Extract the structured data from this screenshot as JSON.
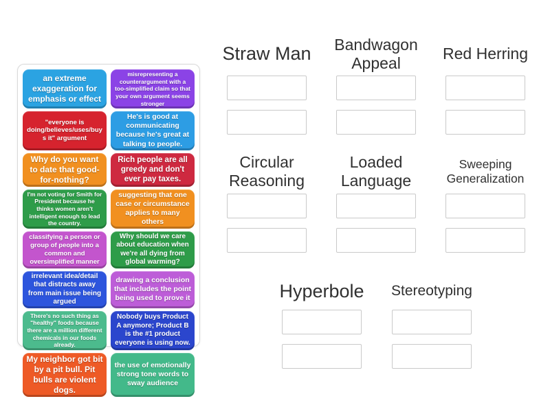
{
  "card_panel": {
    "cards": [
      {
        "text": "an extreme exaggeration for emphasis or effect",
        "color": "#2ba3e2"
      },
      {
        "text": "misrepresenting a counterargument with a too-simplified claim so that your own argument seems stronger",
        "color": "#8b43e6"
      },
      {
        "text": "\"everyone is doing/believes/uses/buys it\" argument",
        "color": "#d6232e"
      },
      {
        "text": "He's is good at communicating because he's great at talking to people.",
        "color": "#2d9de4"
      },
      {
        "text": "Why do you want to date that good-for-nothing?",
        "color": "#f19020"
      },
      {
        "text": "Rich people are all greedy and don't ever pay taxes.",
        "color": "#ce2940"
      },
      {
        "text": "I'm not voting for Smith for President because he thinks women aren't intelligent enough to lead the country.",
        "color": "#2e9c49"
      },
      {
        "text": "suggesting that one case or circumstance applies to many others",
        "color": "#f19020"
      },
      {
        "text": "classifying a person or group of people into a common and oversimplified manner",
        "color": "#c355cd"
      },
      {
        "text": "Why should we care about education when we're all dying from global warming?",
        "color": "#2e9c49"
      },
      {
        "text": "irrelevant idea/detail that distracts away from main issue being argued",
        "color": "#2d55dd"
      },
      {
        "text": "drawing a conclusion that includes the point being used to prove it",
        "color": "#bd5dd8"
      },
      {
        "text": "There's no such thing as \"healthy\" foods because there are a million different chemicals in our foods already.",
        "color": "#4cbb8d"
      },
      {
        "text": "Nobody buys Product A anymore; Product B is the #1 product everyone is using now.",
        "color": "#2b46cd"
      },
      {
        "text": "My neighbor got bit by a pit bull. Pit bulls are violent dogs.",
        "color": "#ee5a26"
      },
      {
        "text": "the use of emotionally strong tone words to sway audience",
        "color": "#43b98a"
      }
    ]
  },
  "groups": [
    {
      "label": "Straw Man"
    },
    {
      "label": "Bandwagon Appeal"
    },
    {
      "label": "Red Herring"
    },
    {
      "label": "Circular Reasoning"
    },
    {
      "label": "Loaded Language"
    },
    {
      "label": "Sweeping Generalization"
    },
    {
      "label": "Hyperbole"
    },
    {
      "label": "Stereotyping"
    }
  ],
  "header_color": "#303030"
}
